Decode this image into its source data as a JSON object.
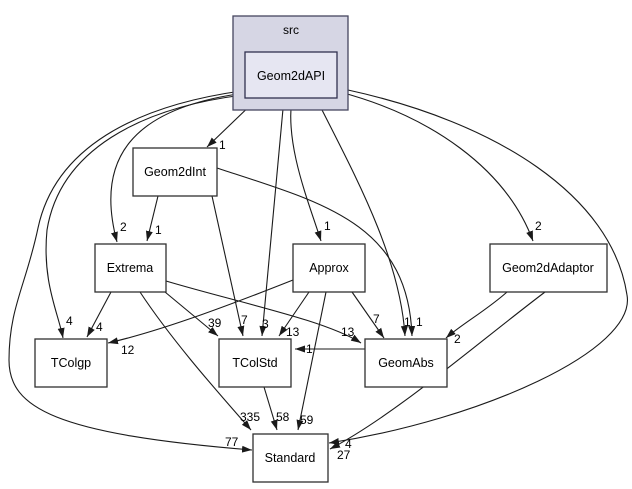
{
  "diagram": {
    "cluster": {
      "label": "src"
    },
    "nodes": [
      {
        "id": "geom2dapi",
        "label": "Geom2dAPI"
      },
      {
        "id": "geom2dint",
        "label": "Geom2dInt"
      },
      {
        "id": "extrema",
        "label": "Extrema"
      },
      {
        "id": "approx",
        "label": "Approx"
      },
      {
        "id": "geom2dadaptor",
        "label": "Geom2dAdaptor"
      },
      {
        "id": "tcolgp",
        "label": "TColgp"
      },
      {
        "id": "tcolstd",
        "label": "TColStd"
      },
      {
        "id": "geomabs",
        "label": "GeomAbs"
      },
      {
        "id": "standard",
        "label": "Standard"
      }
    ],
    "edges": [
      {
        "from": "Geom2dAPI",
        "to": "Geom2dInt",
        "label": "1"
      },
      {
        "from": "Geom2dAPI",
        "to": "Extrema",
        "label": "2"
      },
      {
        "from": "Geom2dInt",
        "to": "Extrema",
        "label": "1"
      },
      {
        "from": "Geom2dAPI",
        "to": "Approx",
        "label": "1"
      },
      {
        "from": "Geom2dAPI",
        "to": "Geom2dAdaptor",
        "label": "2"
      },
      {
        "from": "Geom2dAPI",
        "to": "TColgp",
        "label": "4"
      },
      {
        "from": "Extrema",
        "to": "TColgp",
        "label": "4"
      },
      {
        "from": "Approx",
        "to": "TColgp",
        "label": "12"
      },
      {
        "from": "Extrema",
        "to": "TColStd",
        "label": "39"
      },
      {
        "from": "Geom2dInt",
        "to": "TColStd",
        "label": "7"
      },
      {
        "from": "Geom2dAPI",
        "to": "TColStd",
        "label": "3"
      },
      {
        "from": "Approx",
        "to": "TColStd",
        "label": "13"
      },
      {
        "from": "Extrema",
        "to": "GeomAbs",
        "label": "13"
      },
      {
        "from": "GeomAbs",
        "to": "TColStd",
        "label": "1"
      },
      {
        "from": "Approx",
        "to": "GeomAbs",
        "label": "7"
      },
      {
        "from": "Geom2dAPI",
        "to": "GeomAbs",
        "label": "1"
      },
      {
        "from": "Geom2dInt",
        "to": "GeomAbs",
        "label": "1"
      },
      {
        "from": "Geom2dAdaptor",
        "to": "GeomAbs",
        "label": "2"
      },
      {
        "from": "Extrema",
        "to": "Standard",
        "label": "335"
      },
      {
        "from": "TColStd",
        "to": "Standard",
        "label": "58"
      },
      {
        "from": "Approx",
        "to": "Standard",
        "label": "59"
      },
      {
        "from": "Geom2dAPI",
        "to": "Standard",
        "label": "77"
      },
      {
        "from": "Geom2dAPI",
        "to": "Standard",
        "label": "4"
      },
      {
        "from": "Geom2dAdaptor",
        "to": "Standard",
        "label": "27"
      }
    ]
  }
}
